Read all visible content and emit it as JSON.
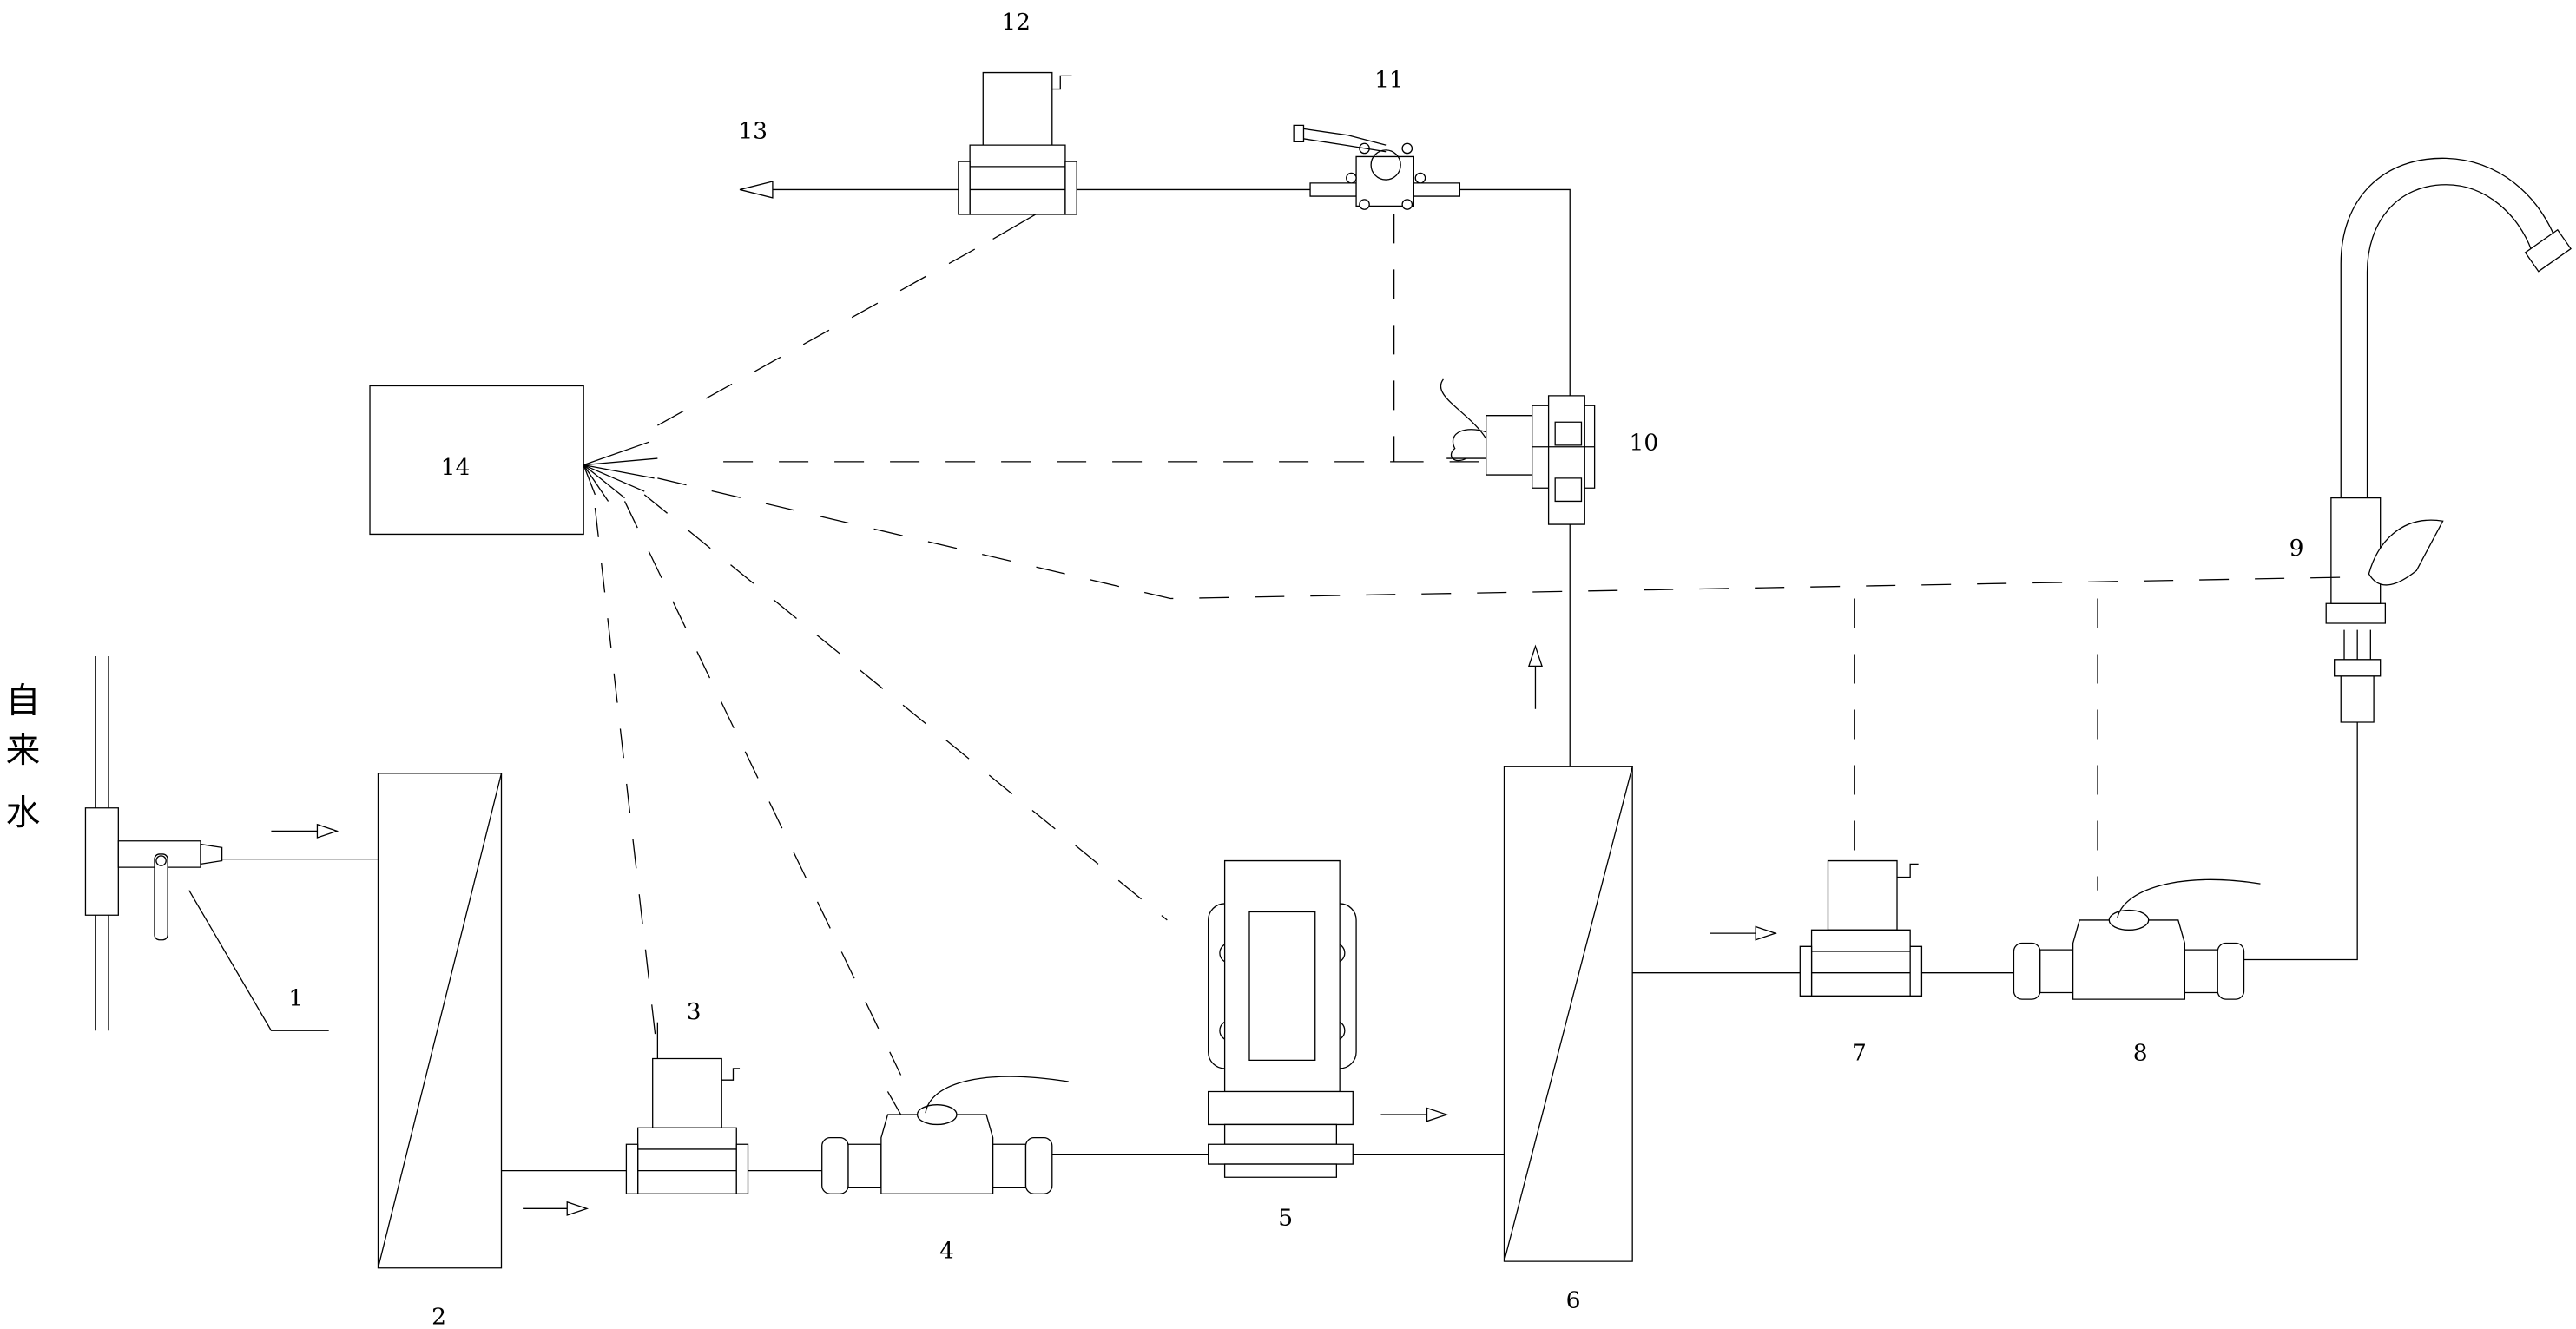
{
  "source_label": [
    "自",
    "来",
    "水"
  ],
  "components": {
    "c1": "1",
    "c2": "2",
    "c3": "3",
    "c4": "4",
    "c5": "5",
    "c6": "6",
    "c7": "7",
    "c8": "8",
    "c9": "9",
    "c10": "10",
    "c11": "11",
    "c12": "12",
    "c13": "13",
    "c14": "14"
  }
}
